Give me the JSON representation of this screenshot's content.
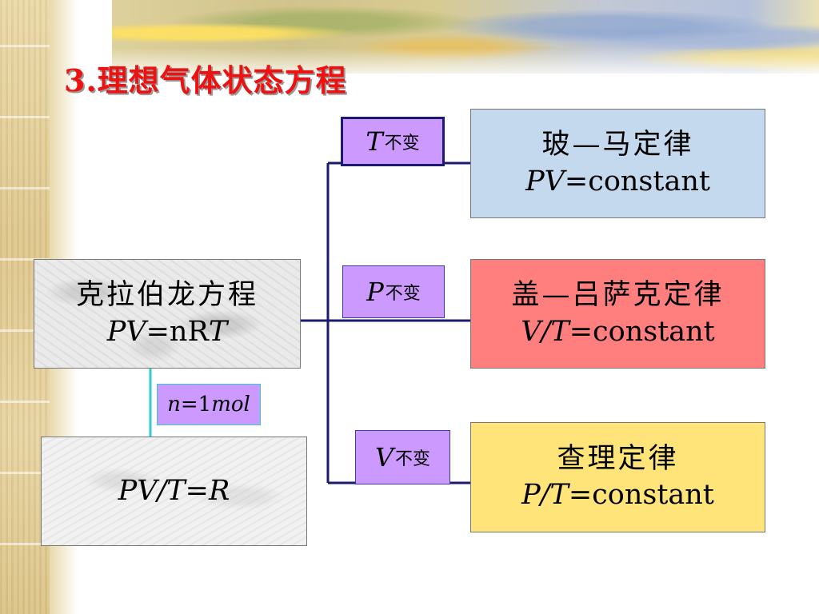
{
  "slide": {
    "title": "3.理想气体状态方程"
  },
  "diagram": {
    "clapeyron": {
      "name": "克拉伯龙方程",
      "formula_italic_1": "PV",
      "formula_plain": "=nR",
      "formula_italic_2": "T"
    },
    "gas_constant": {
      "formula": "PV/T=R"
    },
    "mole_condition": {
      "var": "n",
      "rest_plain": "=1",
      "unit": "mol"
    },
    "branches": [
      {
        "condition_var": "T",
        "condition_text": "不变",
        "law_name": "玻—马定律",
        "law_formula_italic": "PV",
        "law_formula_rest": "=constant",
        "color": "#c5d9ee"
      },
      {
        "condition_var": "P",
        "condition_text": "不变",
        "law_name": "盖—吕萨克定律",
        "law_formula_italic": "V/T",
        "law_formula_rest": "=constant",
        "color": "#ff7f7f"
      },
      {
        "condition_var": "V",
        "condition_text": "不变",
        "law_name": "查理定律",
        "law_formula_italic": "P/T",
        "law_formula_rest": "=constant",
        "color": "#ffe47a"
      }
    ],
    "colors": {
      "title": "#ee1111",
      "connector": "#1a1a6e",
      "mole_connector": "#33cccc",
      "condition_fill": "#cc99ff"
    }
  }
}
